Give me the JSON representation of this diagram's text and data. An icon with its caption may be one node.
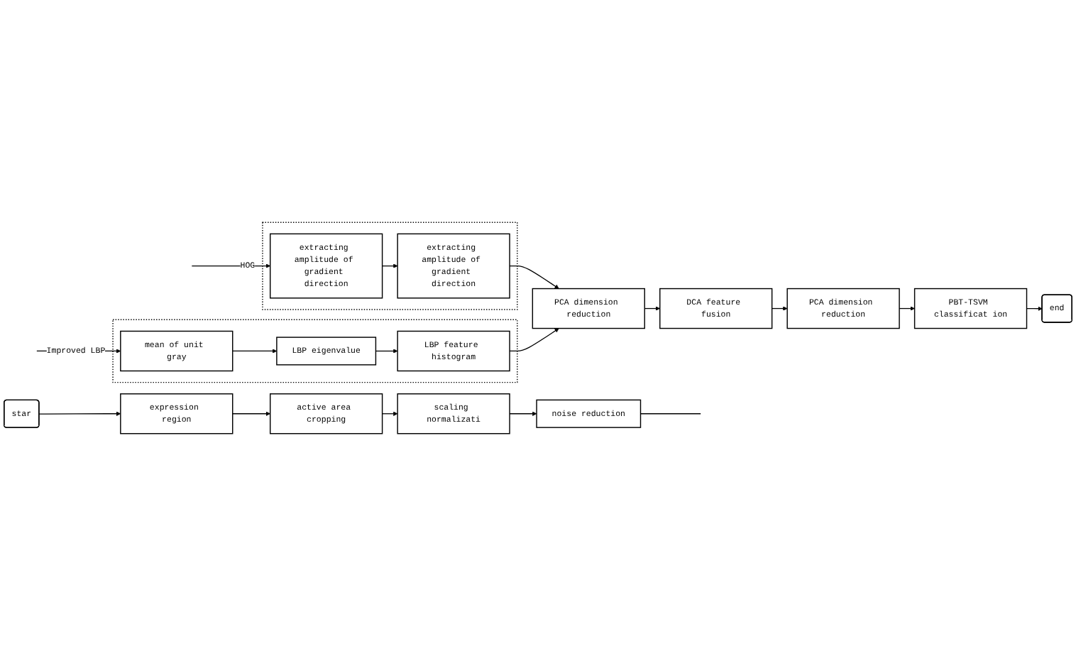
{
  "diagram": {
    "nodes": [
      {
        "text": [
          "star"
        ]
      },
      {
        "text": [
          "expression region"
        ]
      },
      {
        "text": [
          "active area cropping"
        ]
      },
      {
        "text": [
          "scaling normalizati"
        ]
      },
      {
        "text": [
          "noise reduction"
        ]
      },
      {
        "text": [],
        "shape": "box"
      },
      {
        "text": [
          "extracting amplitude of gradient direction"
        ],
        "in": 5
      },
      {
        "text": [
          "extracting amplitude of gradient direction"
        ],
        "in": 5
      },
      {
        "text": [
          "PCA dimension reduction"
        ]
      },
      {
        "text": [],
        "shape": "box"
      },
      {
        "text": [
          "LBP feature histogram"
        ],
        "in": 9
      },
      {
        "text": [
          "LBP eigenvalue"
        ],
        "in": 9
      },
      {
        "text": [
          "mean of unit gray"
        ],
        "in": 9
      },
      {
        "text": [
          "DCA feature fusion"
        ]
      },
      {
        "text": [
          "PCA dimension reduction"
        ]
      },
      {
        "text": [
          "PBT-TSVM classificat ion"
        ]
      },
      {
        "text": [
          "end"
        ]
      }
    ],
    "edges": [
      {
        "from": 0,
        "to": 1,
        "arrow": "to"
      },
      {
        "from": 1,
        "to": 2,
        "arrow": "to"
      },
      {
        "from": 2,
        "to": 3,
        "arrow": "to"
      },
      {
        "from": 3,
        "to": 4,
        "arrow": "to"
      },
      {
        "from": 4,
        "to": null,
        "arrow": "none"
      },
      {
        "from": null,
        "to": 7,
        "arrow": "to",
        "label": "HOG"
      },
      {
        "from": 7,
        "to": 6,
        "arrow": "to"
      },
      {
        "from": 6,
        "to": 8,
        "arrow": "to"
      },
      {
        "from": null,
        "to": 12,
        "arrow": "to",
        "label": "Improved LBP"
      },
      {
        "from": 12,
        "to": 11,
        "arrow": "to"
      },
      {
        "from": 11,
        "to": 10,
        "arrow": "to"
      },
      {
        "from": 10,
        "to": 8,
        "arrow": "to"
      },
      {
        "from": 8,
        "to": 13,
        "arrow": "to"
      },
      {
        "from": 13,
        "to": 14,
        "arrow": "to"
      },
      {
        "from": 14,
        "to": 15,
        "arrow": "to"
      },
      {
        "from": 15,
        "to": 16,
        "arrow": "to"
      }
    ]
  }
}
